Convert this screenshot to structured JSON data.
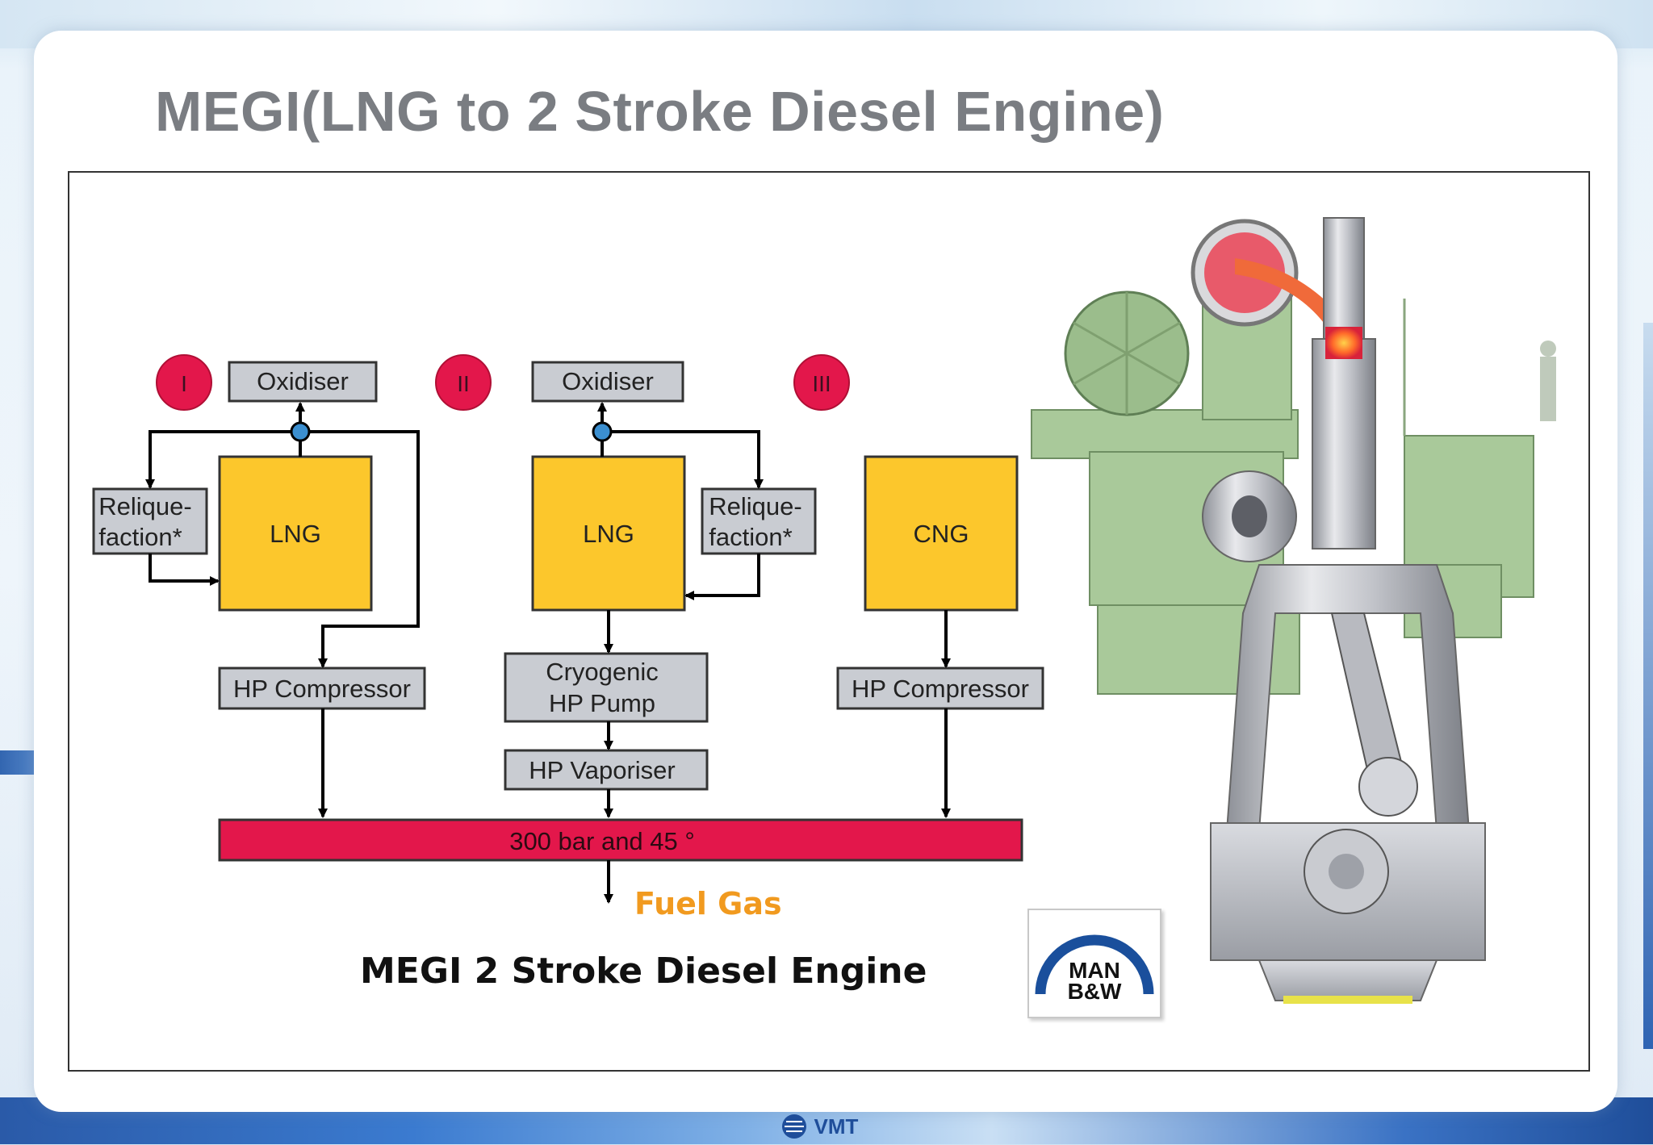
{
  "slide": {
    "title": "MEGI(LNG to 2 Stroke Diesel Engine)"
  },
  "diagram": {
    "systems": [
      {
        "numeral": "I"
      },
      {
        "numeral": "II"
      },
      {
        "numeral": "III"
      }
    ],
    "boxes": {
      "oxidiser_1": "Oxidiser",
      "oxidiser_2": "Oxidiser",
      "reliquefaction_1_line1": "Relique-",
      "reliquefaction_1_line2": "faction*",
      "reliquefaction_2_line1": "Relique-",
      "reliquefaction_2_line2": "faction*",
      "lng_1": "LNG",
      "lng_2": "LNG",
      "cng": "CNG",
      "hp_compressor_1": "HP Compressor",
      "hp_compressor_2": "HP Compressor",
      "cryogenic_pump_line1": "Cryogenic",
      "cryogenic_pump_line2": "HP Pump",
      "hp_vaporiser": "HP Vaporiser",
      "bus": "300 bar and 45 °"
    },
    "output_label": "Fuel Gas",
    "caption": "MEGI 2 Stroke Diesel Engine"
  },
  "logos": {
    "man_line1": "MAN",
    "man_line2": "B&W",
    "vmt": "VMT"
  },
  "colors": {
    "tank_yellow": "#fcc72c",
    "box_gray": "#c9ccd2",
    "bus_red": "#e3174b",
    "valve_blue": "#3b8fd0",
    "engine_green": "#a9c99a",
    "engine_steel": "#c4c6cc",
    "title_gray": "#7a7d82",
    "fuel_gas_orange": "#f19a1f",
    "man_blue": "#1a4f9c"
  }
}
